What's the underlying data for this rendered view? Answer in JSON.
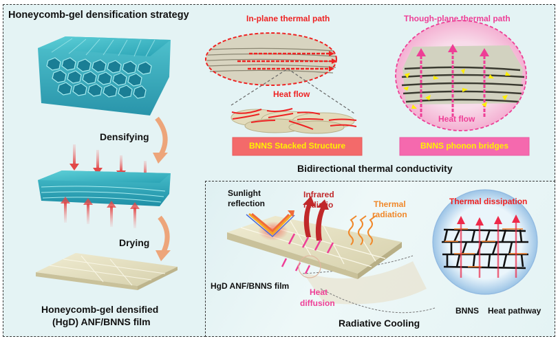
{
  "figure": {
    "left_panel": {
      "title": "Honeycomb-gel densification strategy",
      "step1_label": "Densifying",
      "step2_label": "Drying",
      "product_label_line1": "Honeycomb-gel densified",
      "product_label_line2": "(HgD) ANF/BNNS film"
    },
    "top_right_panel": {
      "title": "Bidirectional thermal conductivity",
      "in_plane": {
        "heading": "In-plane thermal path",
        "flow_label": "Heat flow",
        "banner": "BNNS Stacked Structure"
      },
      "through_plane": {
        "heading": "Though-plane thermal path",
        "flow_label": "Heat flow",
        "banner": "BNNS phonon bridges"
      }
    },
    "bottom_right_panel": {
      "title": "Radiative Cooling",
      "sunlight_line1": "Sunlight",
      "sunlight_line2": "reflection",
      "infrared_line1": "Infrared",
      "infrared_line2": "radiatio",
      "thermal_rad_line1": "Thermal",
      "thermal_rad_line2": "radiation",
      "film_label": "HgD ANF/BNNS film",
      "heat_diffusion_line1": "Heat",
      "heat_diffusion_line2": "diffusion",
      "dissipation_label": "Thermal dissipation",
      "legend_bnns": "BNNS",
      "legend_pathway": "Heat pathway"
    },
    "colors": {
      "panel_bg": "#e4f3f4",
      "in_plane_red": "#ee2222",
      "through_plane_pink": "#ee3e96",
      "stacked_banner": "#f36a6a",
      "phonon_banner": "#f569ae",
      "banner_text": "#fff200",
      "infrared": "#c0282a",
      "thermal_orange": "#f0882a",
      "gel_teal": "#3fb8c6",
      "film_beige": "#e8e3c4",
      "process_arrow": "#eda57a"
    }
  }
}
